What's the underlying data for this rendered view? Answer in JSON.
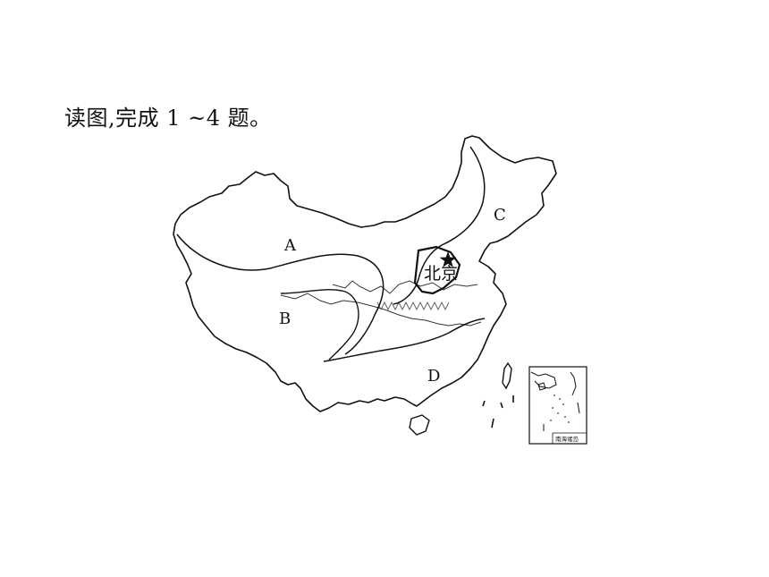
{
  "question": {
    "text": "读图,完成 1 ~4 题。"
  },
  "map": {
    "regions": {
      "a": "A",
      "b": "B",
      "c": "C",
      "d": "D"
    },
    "capital_label": "北京",
    "capital_icon": "star-icon",
    "inset_label": "南海诸岛"
  }
}
